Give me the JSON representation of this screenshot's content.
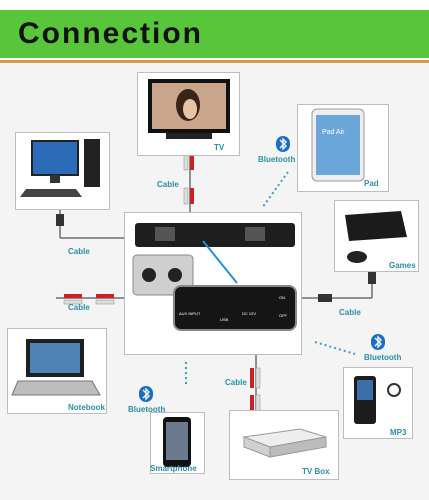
{
  "header": {
    "title": "Connection"
  },
  "devices": {
    "tv": "TV",
    "pad": "Pad",
    "games": "Games",
    "mp3": "MP3",
    "tv_box": "TV Box",
    "smartphone": "Smartphone",
    "notebook": "Notebook"
  },
  "connections": {
    "cable_tv": "Cable",
    "cable_pc": "Cable",
    "cable_left": "Cable",
    "cable_games": "Cable",
    "cable_tvbox": "Cable",
    "bt_pad": "Bluetooth",
    "bt_mp3": "Bluetooth",
    "bt_phone": "Bluetooth"
  },
  "ports": {
    "aux": "AUX INPUT",
    "usb": "USB",
    "dc": "DC 12V",
    "on": "ON",
    "off": "OFF"
  },
  "pad_screen": "Pad Air",
  "colors": {
    "accent_green": "#58c53a",
    "label_teal": "#2a8fa0",
    "connector_line": "#6f6f6f"
  }
}
